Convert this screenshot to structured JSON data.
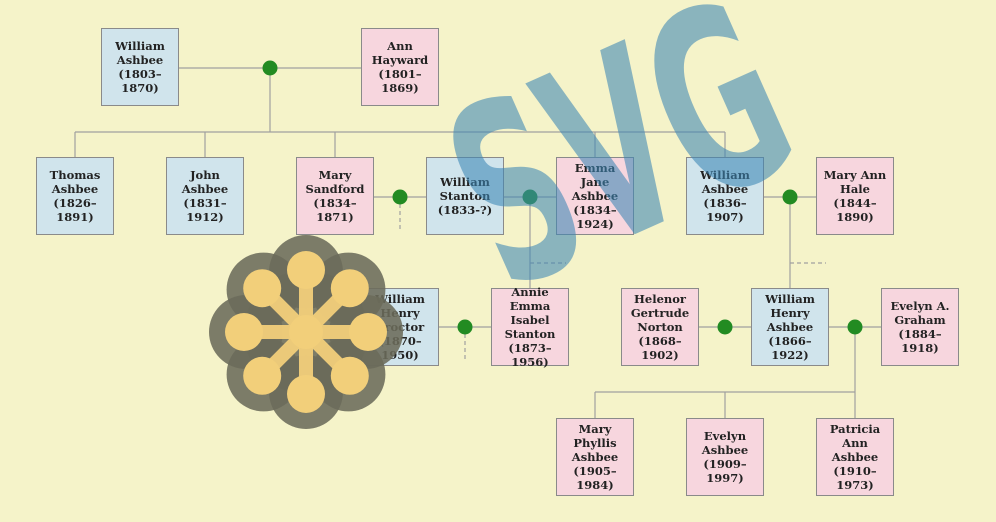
{
  "colors": {
    "background": "#f5f3c9",
    "male_fill": "#d0e4ec",
    "female_fill": "#f7d6de",
    "box_border": "#8a8a8a",
    "line": "#a0a0a0",
    "marriage_dot": "#228b22",
    "watermark_svg_text": "#3d86b5",
    "watermark_logo_fill": "#f2cf7a",
    "watermark_logo_outline": "#6b6b5a"
  },
  "watermark": {
    "text": "SVG"
  },
  "people": [
    {
      "id": "william_ashbee_1803",
      "name": "William Ashbee",
      "dates": "(1803–1870)",
      "sex": "male"
    },
    {
      "id": "ann_hayward",
      "name": "Ann Hayward",
      "dates": "(1801–1869)",
      "sex": "female"
    },
    {
      "id": "thomas_ashbee",
      "name": "Thomas Ashbee",
      "dates": "(1826–1891)",
      "sex": "male"
    },
    {
      "id": "john_ashbee",
      "name": "John Ashbee",
      "dates": "(1831–1912)",
      "sex": "male"
    },
    {
      "id": "mary_sandford",
      "name": "Mary Sandford",
      "dates": "(1834–1871)",
      "sex": "female"
    },
    {
      "id": "william_stanton",
      "name": "William Stanton",
      "dates": "(1833-?)",
      "sex": "male"
    },
    {
      "id": "emma_jane_ashbee",
      "name": "Emma Jane Ashbee",
      "dates": "(1834–1924)",
      "sex": "female"
    },
    {
      "id": "william_ashbee_1836",
      "name": "William Ashbee",
      "dates": "(1836–1907)",
      "sex": "male"
    },
    {
      "id": "mary_ann_hale",
      "name": "Mary Ann Hale",
      "dates": "(1844–1890)",
      "sex": "female"
    },
    {
      "id": "william_henry_proctor",
      "name": "William Henry Proctor",
      "dates": "(1870–1950)",
      "sex": "male"
    },
    {
      "id": "annie_emma_isabel_stanton",
      "name": "Annie Emma Isabel Stanton",
      "dates": "(1873–1956)",
      "sex": "female"
    },
    {
      "id": "helenor_gertrude_norton",
      "name": "Helenor Gertrude Norton",
      "dates": "(1868–1902)",
      "sex": "female"
    },
    {
      "id": "william_henry_ashbee",
      "name": "William Henry Ashbee",
      "dates": "(1866–1922)",
      "sex": "male"
    },
    {
      "id": "evelyn_a_graham",
      "name": "Evelyn A. Graham",
      "dates": "(1884–1918)",
      "sex": "female"
    },
    {
      "id": "mary_phyllis_ashbee",
      "name": "Mary Phyllis Ashbee",
      "dates": "(1905–1984)",
      "sex": "female"
    },
    {
      "id": "evelyn_ashbee",
      "name": "Evelyn Ashbee",
      "dates": "(1909–1997)",
      "sex": "female"
    },
    {
      "id": "patricia_ann_ashbee",
      "name": "Patricia Ann Ashbee",
      "dates": "(1910–1973)",
      "sex": "female"
    }
  ],
  "unions": [
    {
      "id": "u1",
      "partners": [
        "william_ashbee_1803",
        "ann_hayward"
      ],
      "children": [
        "thomas_ashbee",
        "john_ashbee",
        "mary_sandford",
        "emma_jane_ashbee",
        "william_ashbee_1836"
      ]
    },
    {
      "id": "u2",
      "partners": [
        "mary_sandford",
        "william_stanton"
      ],
      "children": []
    },
    {
      "id": "u3",
      "partners": [
        "william_stanton",
        "emma_jane_ashbee"
      ],
      "children": [
        "annie_emma_isabel_stanton"
      ]
    },
    {
      "id": "u4",
      "partners": [
        "william_ashbee_1836",
        "mary_ann_hale"
      ],
      "children": [
        "william_henry_ashbee"
      ]
    },
    {
      "id": "u5",
      "partners": [
        "william_henry_proctor",
        "annie_emma_isabel_stanton"
      ],
      "children": []
    },
    {
      "id": "u6",
      "partners": [
        "helenor_gertrude_norton",
        "william_henry_ashbee"
      ],
      "children": []
    },
    {
      "id": "u7",
      "partners": [
        "william_henry_ashbee",
        "evelyn_a_graham"
      ],
      "children": [
        "mary_phyllis_ashbee",
        "evelyn_ashbee",
        "patricia_ann_ashbee"
      ]
    }
  ]
}
